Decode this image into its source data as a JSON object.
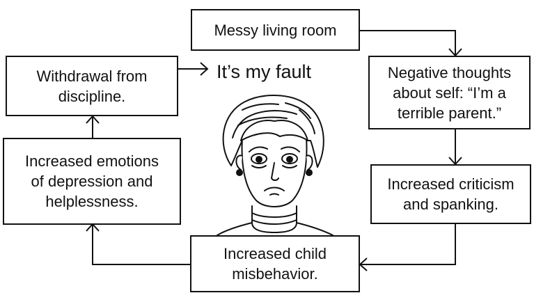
{
  "boxes": {
    "messy_room": "Messy living room",
    "negative_thoughts": [
      "Negative thoughts",
      "about self: “I’m a",
      "terrible parent.”"
    ],
    "criticism": [
      "Increased criticism",
      "and spanking."
    ],
    "misbehavior": [
      "Increased child",
      "misbehavior."
    ],
    "emotions": [
      "Increased emotions",
      "of depression and",
      "helplessness."
    ],
    "withdrawal": [
      "Withdrawal from",
      "discipline."
    ]
  },
  "thought": "It’s my fault",
  "illustration": {
    "subject": "worried-woman-face-icon"
  },
  "colors": {
    "line": "#111111",
    "background": "#ffffff"
  }
}
